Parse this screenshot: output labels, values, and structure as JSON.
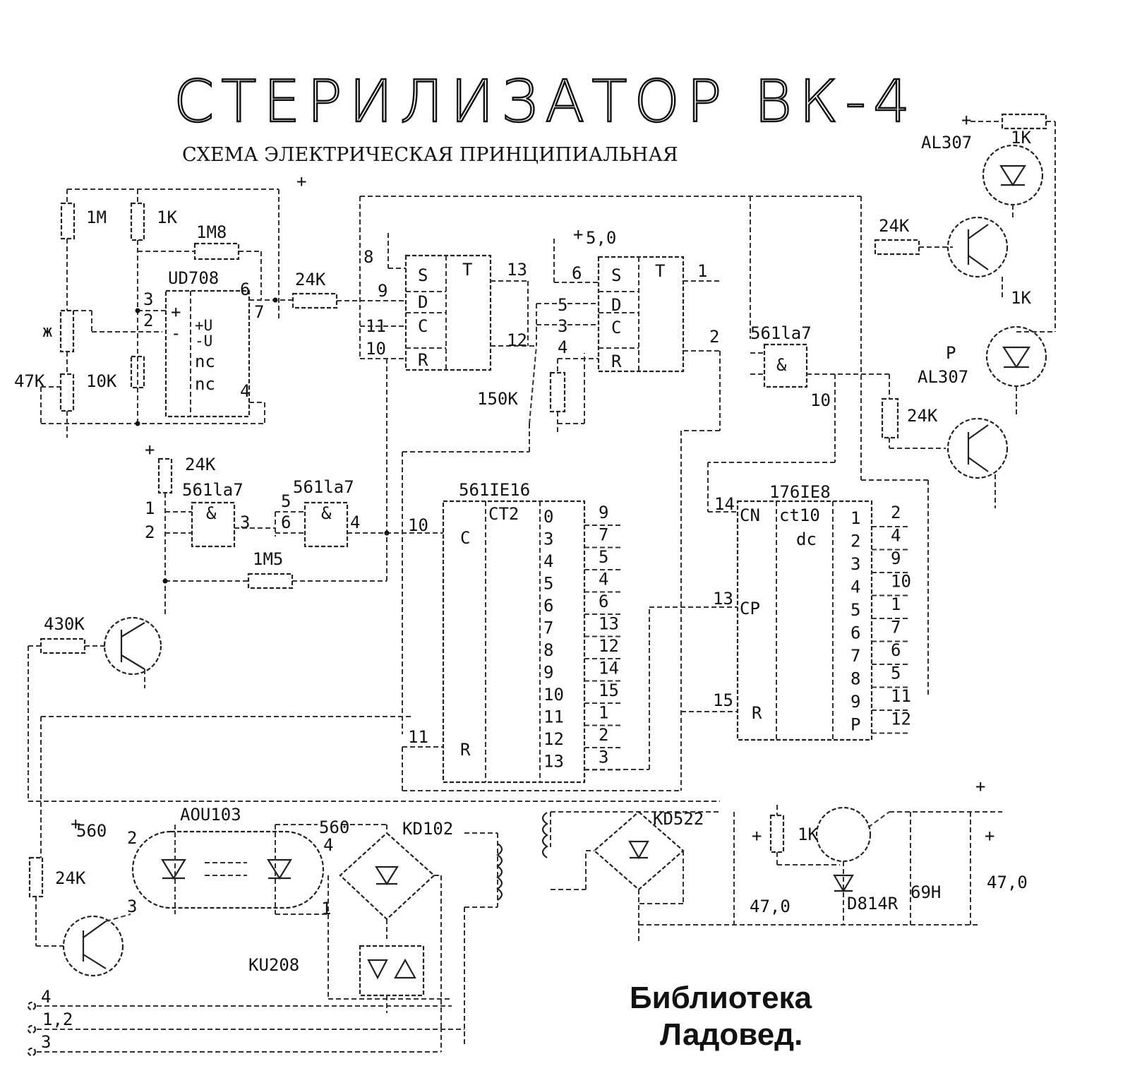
{
  "title": "СТЕРИЛИЗАТОР ВК-4",
  "subtitle": "СХЕМА ЭЛЕКТРИЧЕСКАЯ ПРИНЦИПИАЛЬНАЯ",
  "library": [
    "Библиотека",
    "Ладовед."
  ],
  "labels": {
    "plus": "+",
    "minus": "-",
    "r_1m_a": "1М",
    "r_1k_a": "1K",
    "r_1m8": "1M8",
    "opamp": "UD708",
    "opamp_pins": [
      "3",
      "2",
      "6",
      "7",
      "4"
    ],
    "opamp_fields": [
      "+U",
      "-U",
      "nc",
      "nc"
    ],
    "r_24k_top": "24K",
    "r_star": "ж",
    "r_47k": "47K",
    "r_10k": "10K",
    "ff1_pins": [
      "8",
      "9",
      "11",
      "10",
      "13",
      "12"
    ],
    "ff2_pins": [
      "6",
      "5",
      "3",
      "4",
      "1",
      "2"
    ],
    "ff_S": "S",
    "ff_T": "T",
    "ff_D": "D",
    "ff_C": "C",
    "ff_R": "R",
    "supply_5v": "5,0",
    "r_150k": "150K",
    "gate_561": "561la7",
    "gate_and": "&",
    "gate_out_10": "10",
    "led_top": "AL307",
    "r_1k_top": "1K",
    "r_24k_q1": "24K",
    "r_1k_q1": "1K",
    "led_p_letter": "P",
    "led_p": "AL307",
    "r_24k_q2": "24K",
    "r_24k_left": "24K",
    "gate_pins_left": [
      "1",
      "2",
      "3",
      "5",
      "6",
      "4"
    ],
    "r_1m5": "1M5",
    "r_430k": "430K",
    "cnt1_name": "561IE16",
    "cnt1_ct": "CT2",
    "cnt1_C": "C",
    "cnt1_R": "R",
    "cnt1_in_c": "10",
    "cnt1_in_r": "11",
    "cnt1_out_names": [
      "0",
      "3",
      "4",
      "5",
      "6",
      "7",
      "8",
      "9",
      "10",
      "11",
      "12",
      "13"
    ],
    "cnt1_out_pins": [
      "9",
      "7",
      "5",
      "4",
      "6",
      "13",
      "12",
      "14",
      "15",
      "1",
      "2",
      "3"
    ],
    "cnt2_name": "176IE8",
    "cnt2_ct": "ct10",
    "cnt2_dc": "dc",
    "cnt2_CN": "CN",
    "cnt2_CP": "CP",
    "cnt2_R": "R",
    "cnt2_in_cn": "14",
    "cnt2_in_cp": "13",
    "cnt2_in_r": "15",
    "cnt2_out_names": [
      "1",
      "2",
      "3",
      "4",
      "5",
      "6",
      "7",
      "8",
      "9",
      "P"
    ],
    "cnt2_out_pins": [
      "2",
      "4",
      "9",
      "10",
      "1",
      "7",
      "6",
      "5",
      "11",
      "12"
    ],
    "r_560_a": "560",
    "optocoupler": "AOU103",
    "opto_pin2": "2",
    "r_560_b": "560",
    "opto_pin4": "4",
    "opto_pin1": "1",
    "bridge_kd102": "KD102",
    "thyristor": "KU208",
    "r_24k_bottom": "24K",
    "q_bottom_pin": "3",
    "bridge_kd522": "KD522",
    "r_1k_psu": "1K",
    "zener": "D814R",
    "cap_47_a": "47,0",
    "cap_69h": "69H",
    "cap_47_b": "47,0",
    "terminals": [
      "4",
      "1,2",
      "3"
    ]
  }
}
